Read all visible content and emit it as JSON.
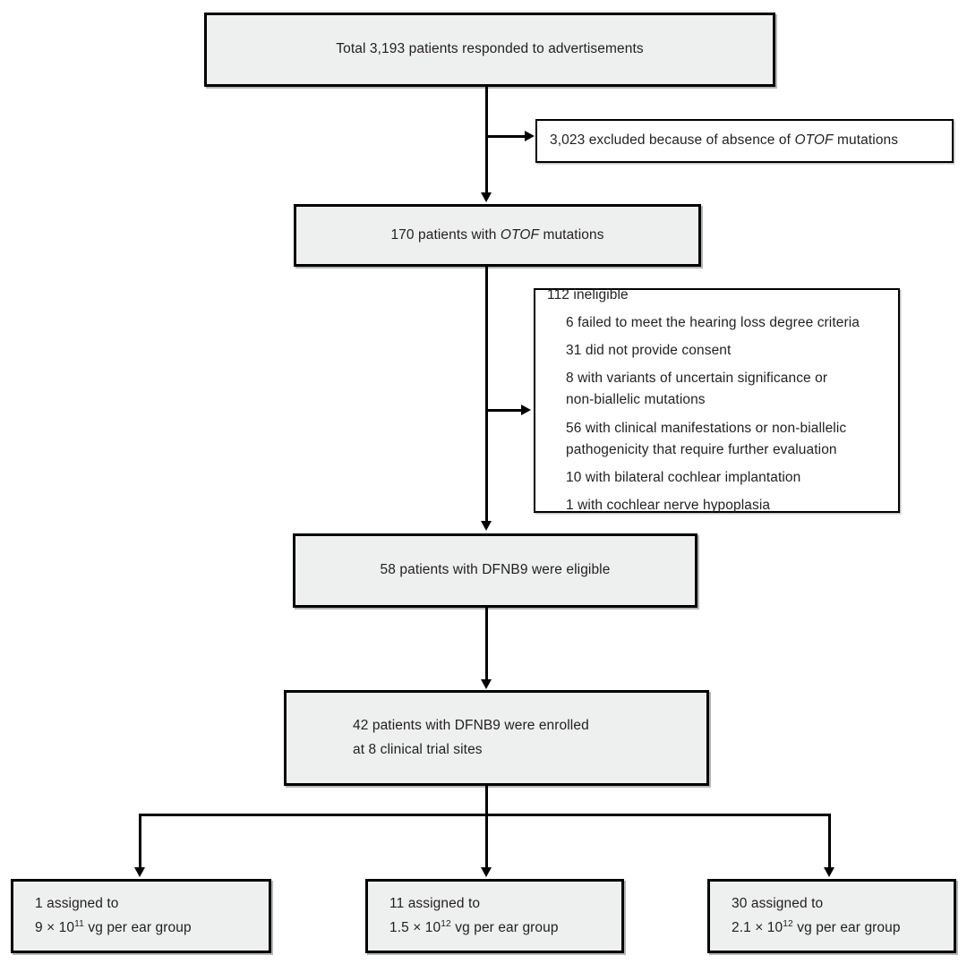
{
  "diagram": {
    "title": "CONSORT patient enrollment flow diagram",
    "accent_border": "#000000",
    "shaded_fill": "#eeefef",
    "plain_fill": "#ffffff",
    "text_color": "#231f20"
  },
  "nodes": {
    "responded": {
      "text": "Total 3,193 patients responded to advertisements",
      "count": 3193
    },
    "excluded_no_mutation": {
      "prefix": "3,023 excluded because of absence of ",
      "gene": "OTOF",
      "suffix": " mutations",
      "count": 3023
    },
    "with_mutations": {
      "prefix": "170 patients with ",
      "gene": "OTOF",
      "suffix": " mutations",
      "count": 170
    },
    "ineligible": {
      "header": "112 ineligible",
      "count": 112,
      "items": [
        {
          "line1": "6 failed to meet the hearing loss degree criteria",
          "line2": "",
          "count": 6
        },
        {
          "line1": "31 did not provide consent",
          "line2": "",
          "count": 31
        },
        {
          "line1": "8 with variants of uncertain significance or",
          "line2": "non-biallelic mutations",
          "count": 8
        },
        {
          "line1": "56 with clinical manifestations or non-biallelic",
          "line2": "pathogenicity that require further evaluation",
          "count": 56
        },
        {
          "line1": "10 with bilateral cochlear implantation",
          "line2": "",
          "count": 10
        },
        {
          "line1": "1 with cochlear nerve hypoplasia",
          "line2": "",
          "count": 1
        }
      ]
    },
    "eligible": {
      "text": "58 patients with DFNB9 were eligible",
      "count": 58
    },
    "enrolled": {
      "line1": "42 patients with DFNB9 were enrolled",
      "line2": "at 8 clinical trial sites",
      "count": 42,
      "sites": 8
    },
    "arms": [
      {
        "line1": "1 assigned to",
        "dose_mantissa": "9 × 10",
        "dose_exponent": "11",
        "dose_unit": " vg per ear group",
        "count": 1
      },
      {
        "line1": "11 assigned to",
        "dose_mantissa": "1.5 × 10",
        "dose_exponent": "12",
        "dose_unit": " vg per ear group",
        "count": 11
      },
      {
        "line1": "30 assigned to",
        "dose_mantissa": "2.1 × 10",
        "dose_exponent": "12",
        "dose_unit": " vg per ear group",
        "count": 30
      }
    ]
  }
}
